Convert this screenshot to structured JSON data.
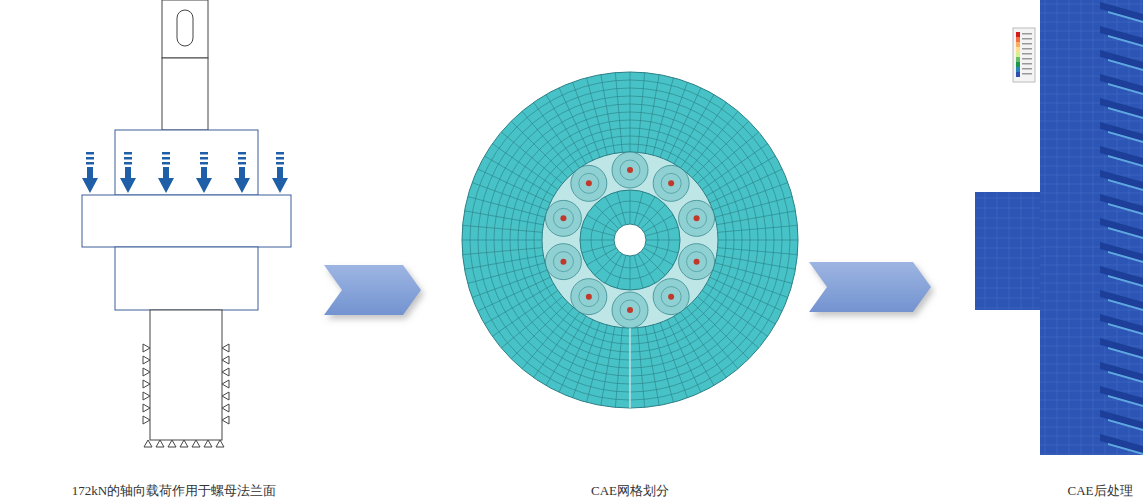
{
  "diagram": {
    "nodes": [
      {
        "text": [
          "172kN的轴向载荷作用于螺母法兰面"
        ]
      },
      {
        "text": [
          "CAE网格划分"
        ]
      },
      {
        "text": [
          "CAE后处理"
        ]
      }
    ],
    "edges": [
      {
        "from": 0,
        "to": 1,
        "arrow": "to"
      },
      {
        "from": 1,
        "to": 2,
        "arrow": "to"
      }
    ]
  }
}
